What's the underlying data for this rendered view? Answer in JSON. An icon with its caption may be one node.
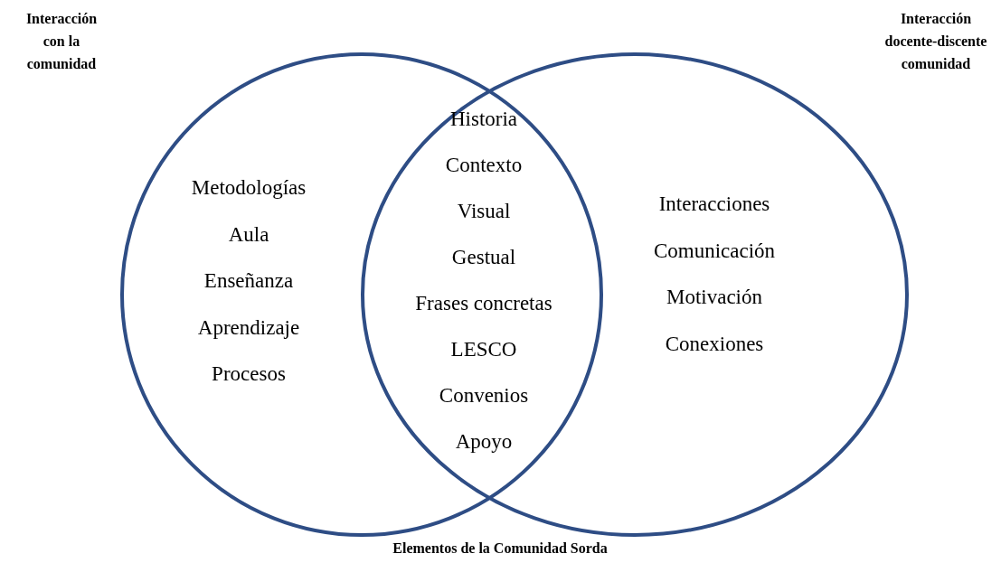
{
  "diagram": {
    "nodes": [
      {
        "text": [
          "Interacción con la comunidad",
          "Metodologías",
          "Aula",
          "Enseñanza",
          "Aprendizaje",
          "Procesos"
        ]
      },
      {
        "text": [
          "Interacción docente-discente comunidad",
          "Interacciones",
          "Comunicación",
          "Motivación",
          "Conexiones"
        ]
      }
    ],
    "labels": [
      "Historia",
      "Contexto",
      "Visual",
      "Gestual",
      "Frases concretas",
      "LESCO",
      "Convenios",
      "Apoyo",
      "Elementos de la Comunidad Sorda"
    ]
  }
}
